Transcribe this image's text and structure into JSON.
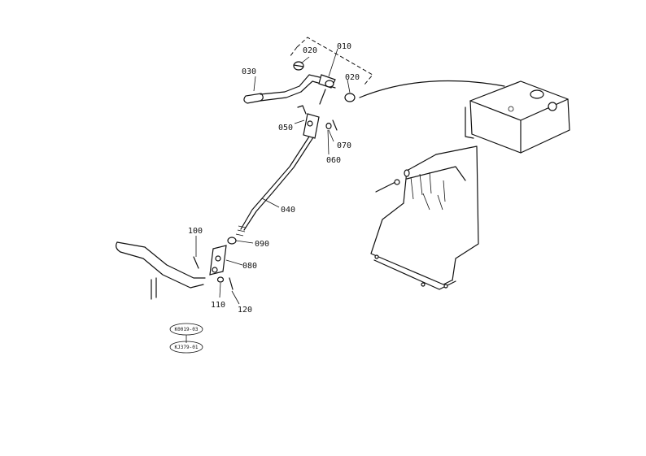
{
  "parts": {
    "p010": "010",
    "p020a": "020",
    "p020b": "020",
    "p030": "030",
    "p040": "040",
    "p050": "050",
    "p060": "060",
    "p070": "070",
    "p080": "080",
    "p090": "090",
    "p100": "100",
    "p110": "110",
    "p120": "120"
  },
  "refs": {
    "top": "K0019-03",
    "bottom": "KJ379-01"
  }
}
